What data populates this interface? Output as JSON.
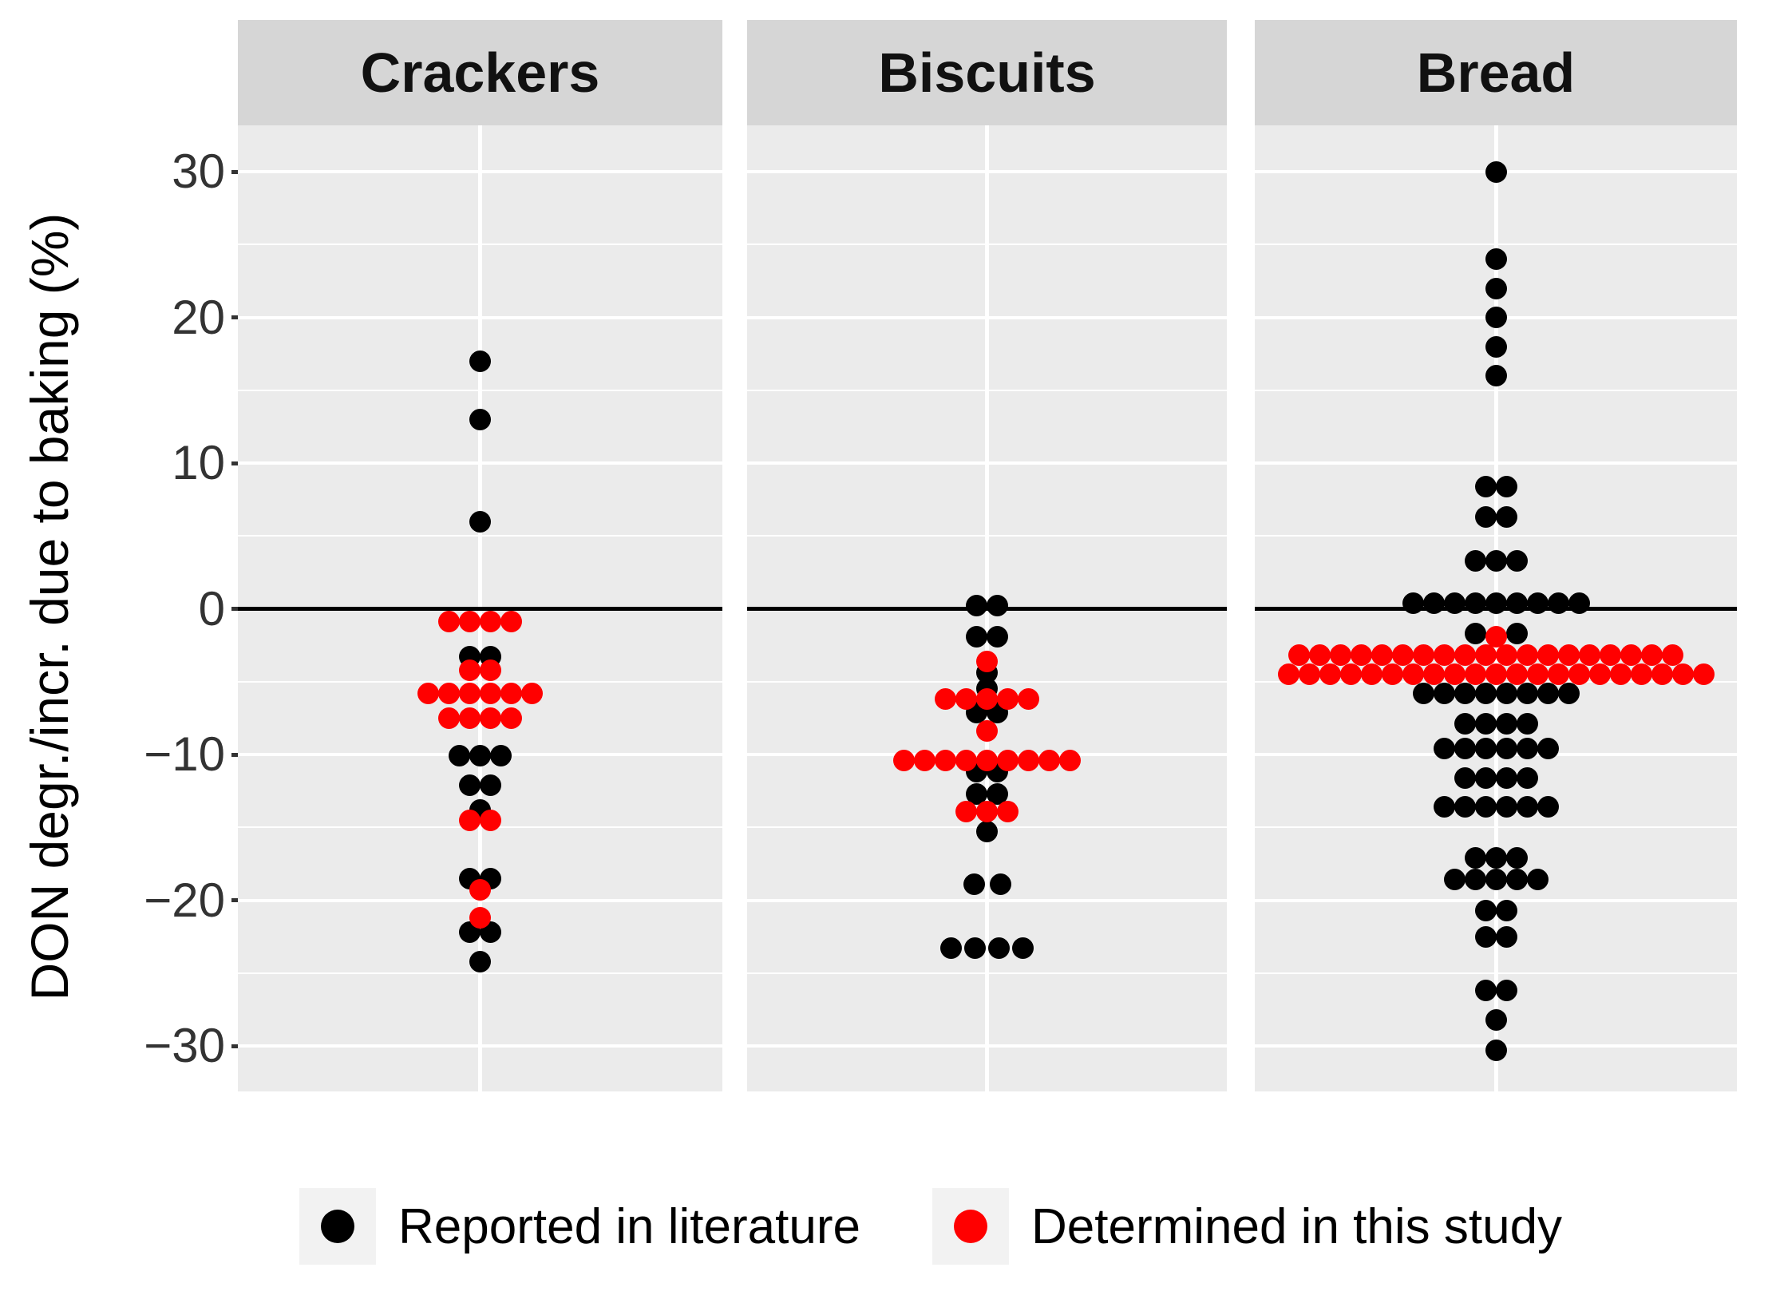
{
  "colors": {
    "black": "#000000",
    "red": "#FF0000",
    "panel_bg": "#EBEBEB",
    "strip_bg": "#D6D6D6",
    "grid": "#FFFFFF",
    "legend_key_bg": "#F2F2F2"
  },
  "chart_data": {
    "type": "dotplot",
    "title": "",
    "ylabel": "DON degr./incr. due to baking (%)",
    "ylim": [
      -33,
      33
    ],
    "grid": "on",
    "legend_position": "bottom",
    "yticks": [
      {
        "label": "30",
        "value": 30
      },
      {
        "label": "20",
        "value": 20
      },
      {
        "label": "10",
        "value": 10
      },
      {
        "label": "0",
        "value": 0
      },
      {
        "label": "−10",
        "value": -10
      },
      {
        "label": "−20",
        "value": -20
      },
      {
        "label": "−30",
        "value": -30
      }
    ],
    "minor_gridlines": [
      25,
      15,
      5,
      -5,
      -15,
      -25
    ],
    "legend": [
      {
        "label": "Reported in literature",
        "color": "#000000"
      },
      {
        "label": "Determined in this study",
        "color": "#FF0000"
      }
    ],
    "panels": [
      {
        "label": "Crackers",
        "series": [
          {
            "name": "Reported in literature",
            "color": "#000000",
            "rows": [
              {
                "value": 17,
                "count": 1
              },
              {
                "value": 13,
                "count": 1
              },
              {
                "value": 6,
                "count": 1
              },
              {
                "value": -3.3,
                "count": 2
              },
              {
                "value": -10.1,
                "count": 3
              },
              {
                "value": -12.1,
                "count": 2
              },
              {
                "value": -13.8,
                "count": 1
              },
              {
                "value": -18.5,
                "count": 2
              },
              {
                "value": -22.2,
                "count": 2
              },
              {
                "value": -24.2,
                "count": 1
              }
            ]
          },
          {
            "name": "Determined in this study",
            "color": "#FF0000",
            "rows": [
              {
                "value": -0.9,
                "count": 4
              },
              {
                "value": -4.2,
                "count": 2
              },
              {
                "value": -5.8,
                "count": 6
              },
              {
                "value": -7.5,
                "count": 4
              },
              {
                "value": -14.5,
                "count": 2
              },
              {
                "value": -19.3,
                "count": 1
              },
              {
                "value": -21.2,
                "count": 1
              }
            ]
          }
        ]
      },
      {
        "label": "Biscuits",
        "series": [
          {
            "name": "Reported in literature",
            "color": "#000000",
            "rows": [
              {
                "value": 0.2,
                "count": 2
              },
              {
                "value": -1.9,
                "count": 2
              },
              {
                "value": -4.4,
                "count": 1
              },
              {
                "value": -5.5,
                "count": 1
              },
              {
                "value": -7.1,
                "count": 2
              },
              {
                "value": -11.2,
                "count": 2
              },
              {
                "value": -12.7,
                "count": 2
              },
              {
                "value": -15.3,
                "count": 1
              },
              {
                "value": -18.9,
                "count": 2,
                "step": 33
              },
              {
                "value": -23.3,
                "count": 4,
                "step": 30
              }
            ]
          },
          {
            "name": "Determined in this study",
            "color": "#FF0000",
            "rows": [
              {
                "value": -3.6,
                "count": 1
              },
              {
                "value": -6.2,
                "count": 5
              },
              {
                "value": -8.4,
                "count": 1
              },
              {
                "value": -10.4,
                "count": 9
              },
              {
                "value": -13.9,
                "count": 3
              }
            ]
          }
        ]
      },
      {
        "label": "Bread",
        "series": [
          {
            "name": "Reported in literature",
            "color": "#000000",
            "rows": [
              {
                "value": 30,
                "count": 1
              },
              {
                "value": 24,
                "count": 1
              },
              {
                "value": 22,
                "count": 1
              },
              {
                "value": 20,
                "count": 1
              },
              {
                "value": 18,
                "count": 1
              },
              {
                "value": 16,
                "count": 1
              },
              {
                "value": 8.4,
                "count": 2
              },
              {
                "value": 6.3,
                "count": 2
              },
              {
                "value": 3.3,
                "count": 3
              },
              {
                "value": 0.4,
                "count": 9
              },
              {
                "value": -1.7,
                "count": 2,
                "step": 52
              },
              {
                "value": -5.8,
                "count": 8
              },
              {
                "value": -7.9,
                "count": 4
              },
              {
                "value": -9.6,
                "count": 6
              },
              {
                "value": -11.6,
                "count": 4
              },
              {
                "value": -13.6,
                "count": 6
              },
              {
                "value": -17.1,
                "count": 3
              },
              {
                "value": -18.6,
                "count": 5
              },
              {
                "value": -20.7,
                "count": 2
              },
              {
                "value": -22.5,
                "count": 2
              },
              {
                "value": -26.2,
                "count": 2
              },
              {
                "value": -28.2,
                "count": 1
              },
              {
                "value": -30.3,
                "count": 1
              }
            ]
          },
          {
            "name": "Determined in this study",
            "color": "#FF0000",
            "rows": [
              {
                "value": -1.9,
                "count": 1
              },
              {
                "value": -3.2,
                "count": 19,
                "shift": -13
              },
              {
                "value": -4.5,
                "count": 21
              }
            ]
          }
        ]
      }
    ]
  }
}
